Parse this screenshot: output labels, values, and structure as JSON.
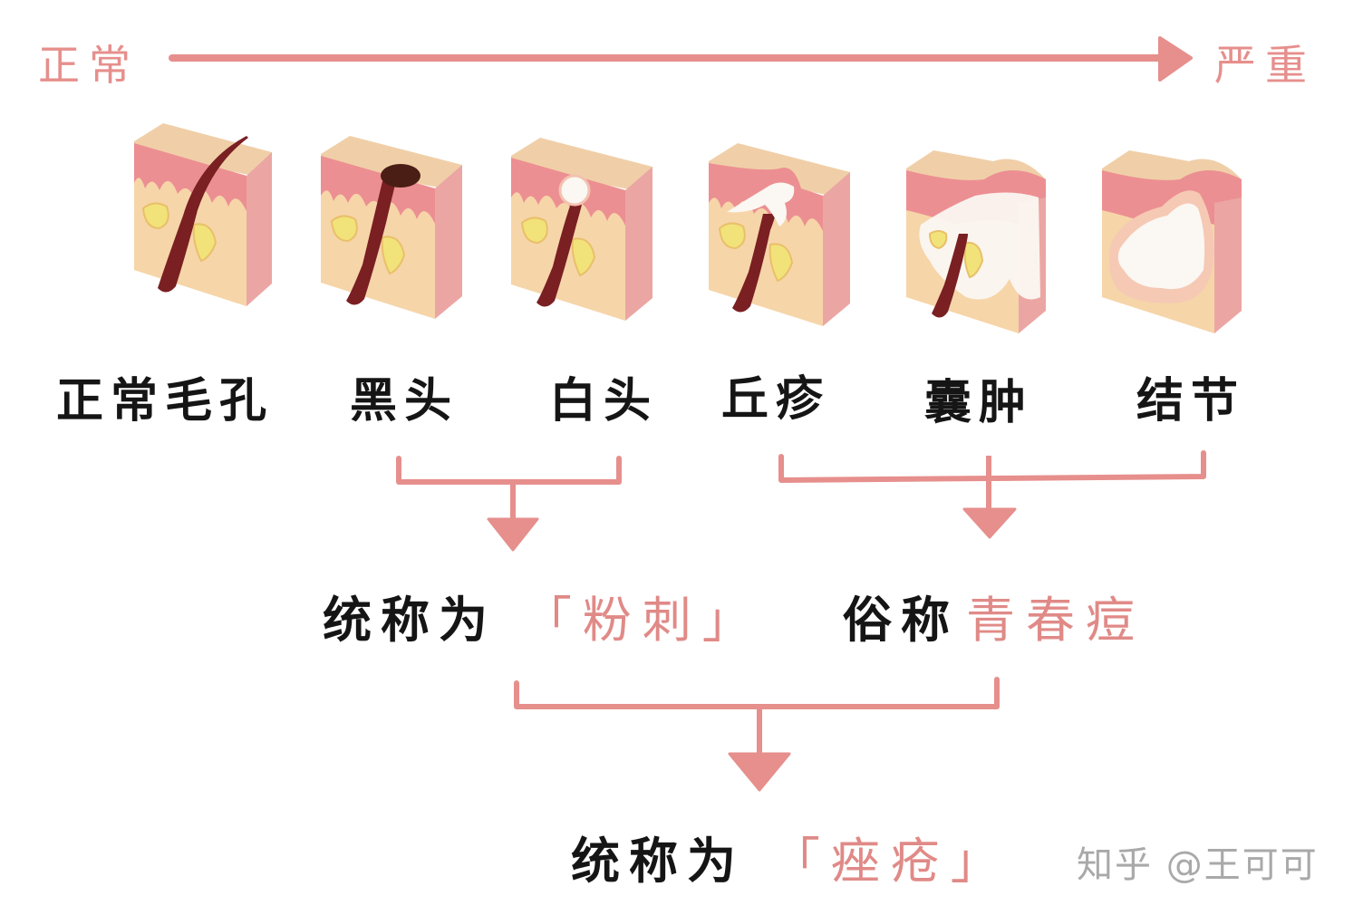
{
  "scale": {
    "start_label": "正常",
    "end_label": "严重",
    "color": "#e68f8c"
  },
  "stages": [
    {
      "id": "normal-pore",
      "label": "正常毛孔",
      "illustration": "skin-block-normal-hair"
    },
    {
      "id": "blackhead",
      "label": "黑头",
      "illustration": "skin-block-blackhead"
    },
    {
      "id": "whitehead",
      "label": "白头",
      "illustration": "skin-block-whitehead"
    },
    {
      "id": "papule",
      "label": "丘疹",
      "illustration": "skin-block-papule"
    },
    {
      "id": "cyst",
      "label": "囊肿",
      "illustration": "skin-block-cyst"
    },
    {
      "id": "nodule",
      "label": "结节",
      "illustration": "skin-block-nodule"
    }
  ],
  "groups": [
    {
      "id": "comedo",
      "members": [
        "黑头",
        "白头"
      ],
      "prefix": "统称为",
      "term": "「粉刺」"
    },
    {
      "id": "pimple",
      "members": [
        "丘疹",
        "囊肿",
        "结节"
      ],
      "prefix": "俗称",
      "term": "青春痘"
    }
  ],
  "final": {
    "prefix": "统称为",
    "term": "「痤疮」"
  },
  "watermark": "知乎 @王可可",
  "colors": {
    "accent": "#e68f8c",
    "text": "#151515",
    "skin_top": "#f0cfa8",
    "skin_body": "#f6d5a9",
    "dermis": "#ec8f92",
    "side": "#eba6a3",
    "sebaceous": "#f2e27a",
    "hair": "#7a1f22",
    "pus": "#fbf7f2",
    "watermark": "#a9a9a9"
  }
}
